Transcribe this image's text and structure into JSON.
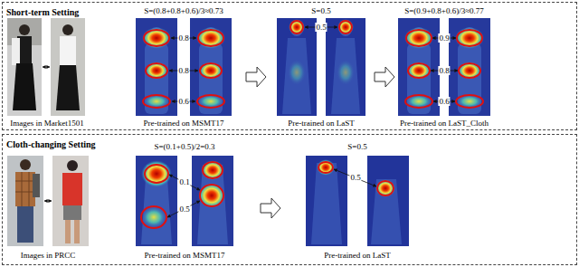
{
  "diagram": {
    "nodes": [
      {
        "text": [
          "Short-term Setting"
        ]
      },
      {
        "text": [
          "Cloth-changing Setting"
        ]
      }
    ],
    "labels": [
      "S=(0.8+0.8+0.6)/3≈0.73",
      "S=0.5",
      "S=(0.9+0.8+0.6)/3≈0.77",
      "0.8",
      "0.8",
      "0.6",
      "0.5",
      "0.9",
      "0.8",
      "0.6",
      "Images in Market1501",
      "Pre-trained on MSMT17",
      "Pre-trained on LaST",
      "Pre-trained on LaST_Cloth",
      "S=(0.1+0.5)/2=0.3",
      "S=0.5",
      "0.1",
      "0.5",
      "0.5",
      "Images in PRCC",
      "Pre-trained on MSMT17",
      "Pre-trained on LaST"
    ]
  }
}
